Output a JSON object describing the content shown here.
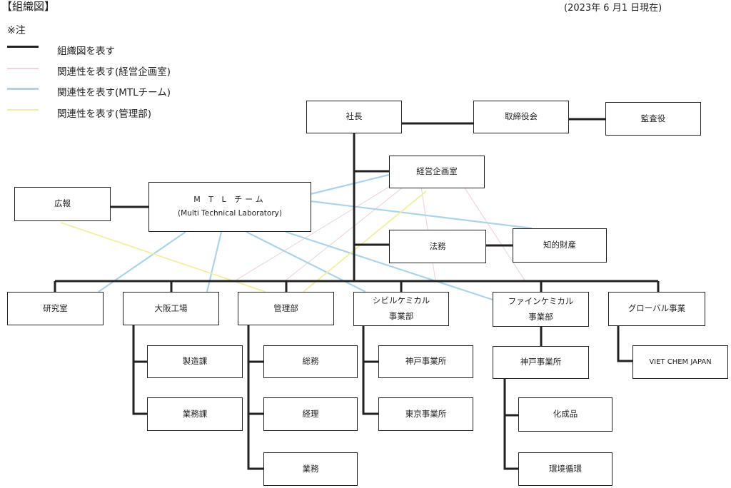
{
  "header": {
    "title": "【組織図】",
    "date": "(2023年 6 月1  日現在)"
  },
  "legend": {
    "note": "※注",
    "items": [
      {
        "label": "組織図を表す",
        "color": "#222222"
      },
      {
        "label": "関連性を表す(経営企画室)",
        "color": "#f3d3df"
      },
      {
        "label": "関連性を表す(MTLチーム)",
        "color": "#a9d4ec"
      },
      {
        "label": "関連性を表す(管理部)",
        "color": "#f4eea0"
      }
    ]
  },
  "nodes": {
    "shacho": "社長",
    "torishimari": "取締役会",
    "kansa": "監査役",
    "keiei": "経営企画室",
    "kouhou": "広報",
    "mtl_title": "M T L  チーム",
    "mtl_sub": "(Multi Technical Laboratory)",
    "houmu": "法務",
    "chiteki": "知的財産",
    "kenkyu": "研究室",
    "osaka": "大阪工場",
    "kanri": "管理部",
    "civil_1": "シビルケミカル",
    "civil_2": "事業部",
    "fine_1": "ファインケミカル",
    "fine_2": "事業部",
    "global": "グローバル事業",
    "seizou": "製造課",
    "gyoumuka": "業務課",
    "soumu": "総務",
    "keiri": "経理",
    "gyoumu": "業務",
    "civil_kobe": "神戸事業所",
    "civil_tokyo": "東京事業所",
    "fine_kobe": "神戸事業所",
    "kasei": "化成品",
    "kankyo": "環境循環",
    "viet": "VIET CHEM JAPAN"
  }
}
